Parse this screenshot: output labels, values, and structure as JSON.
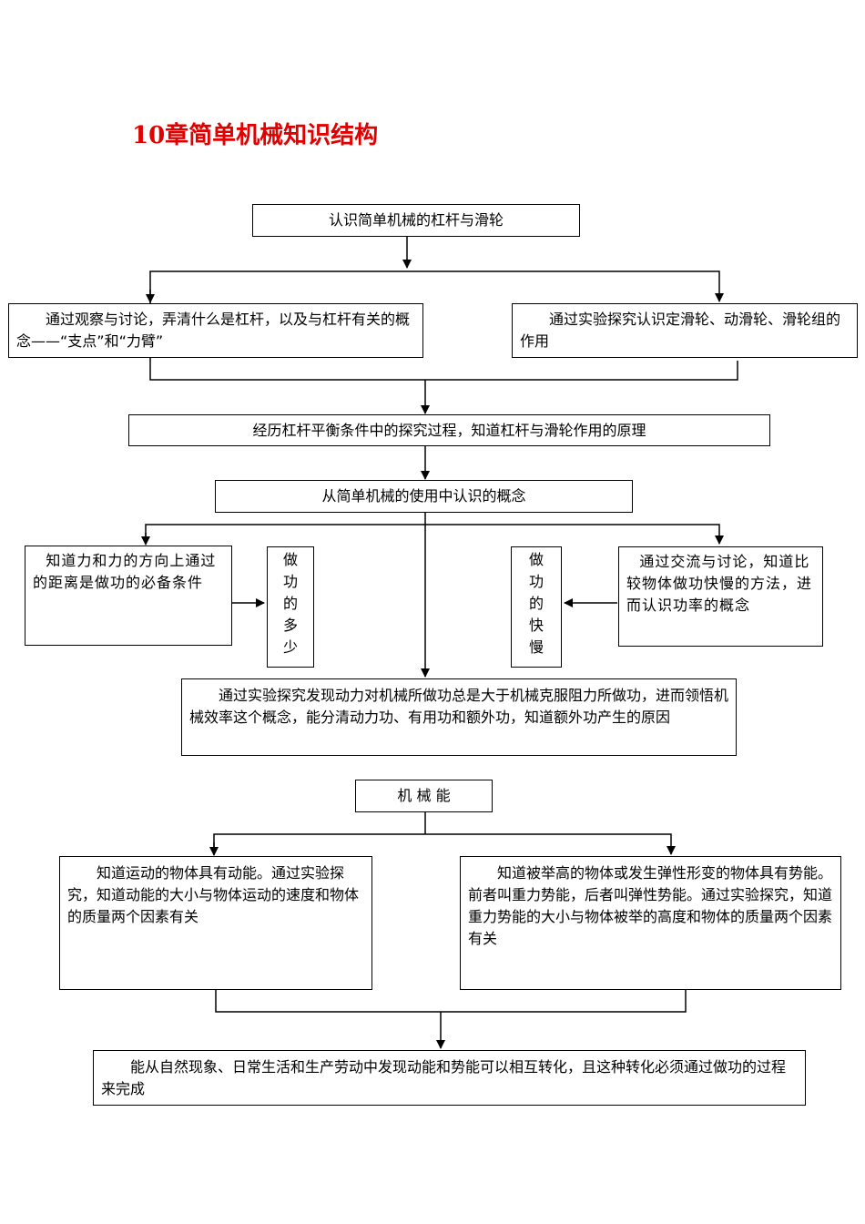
{
  "title": "10章简单机械知识结构",
  "nodes": {
    "n1": "认识简单机械的杠杆与滑轮",
    "n2": "通过观察与讨论，弄清什么是杠杆，以及与杠杆有关的概念——“支点”和“力臂”",
    "n3": "通过实验探究认识定滑轮、动滑轮、滑轮组的作用",
    "n4": "经历杠杆平衡条件中的探究过程，知道杠杆与滑轮作用的原理",
    "n5": "从简单机械的使用中认识的概念",
    "n6": "知道力和力的方向上通过的距离是做功的必备条件",
    "n7": [
      "做",
      "功",
      "的",
      "多",
      "少"
    ],
    "n8": [
      "做",
      "功",
      "的",
      "快",
      "慢"
    ],
    "n9": "通过交流与讨论，知道比较物体做功快慢的方法，进而认识功率的概念",
    "n10": "通过实验探究发现动力对机械所做功总是大于机械克服阻力所做功，进而领悟机械效率这个概念，能分清动力功、有用功和额外功，知道额外功产生的原因",
    "n11": "机 械 能",
    "n12": "知道运动的物体具有动能。通过实验探究，知道动能的大小与物体运动的速度和物体的质量两个因素有关",
    "n13": "知道被举高的物体或发生弹性形变的物体具有势能。前者叫重力势能，后者叫弹性势能。通过实验探究，知道重力势能的大小与物体被举的高度和物体的质量两个因素有关",
    "n14": "能从自然现象、日常生活和生产劳动中发现动能和势能可以相互转化，且这种转化必须通过做功的过程来完成"
  }
}
